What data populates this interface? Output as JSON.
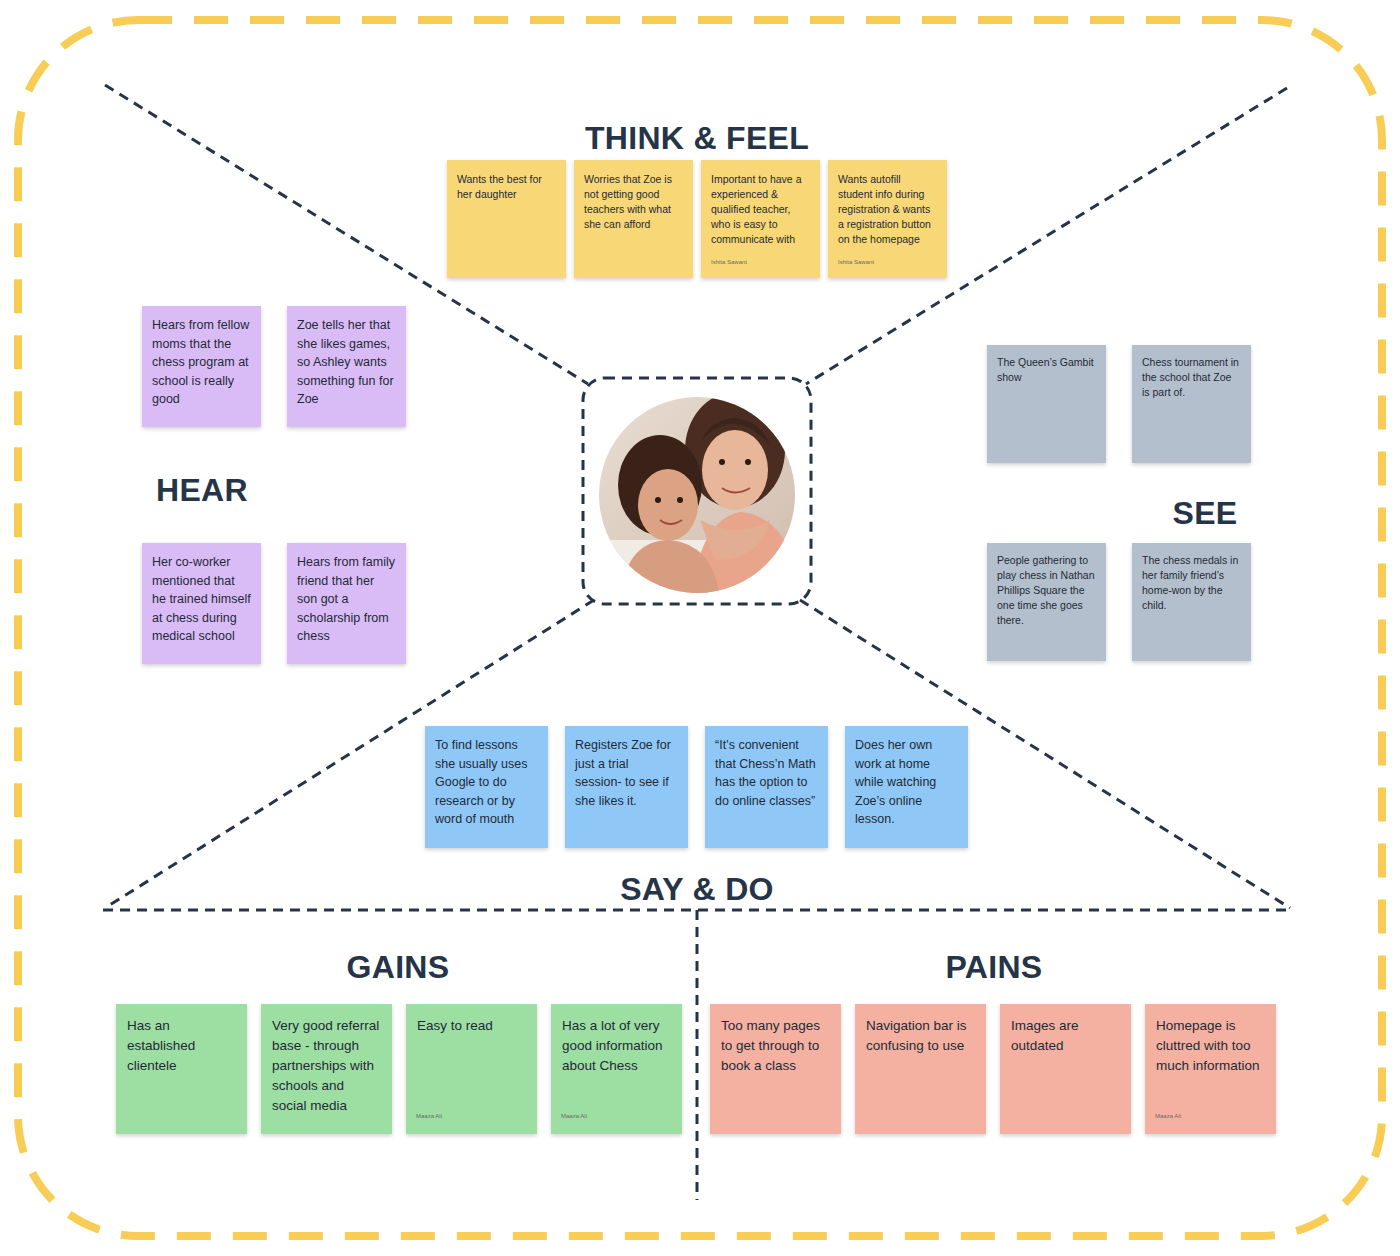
{
  "diagram": {
    "nodes": [
      {
        "text": [
          "Wants the best for her daughter"
        ]
      },
      {
        "text": [
          "Worries that Zoe is not getting good teachers with what she can afford"
        ]
      },
      {
        "text": [
          "Important to have a experienced & qualified teacher, who is easy to communicate with",
          "Ishita Sawant"
        ]
      },
      {
        "text": [
          "Wants autofill student info during registration & wants a registration button on the homepage",
          "Ishita Sawant"
        ]
      },
      {
        "text": [
          "Hears from fellow moms that the chess program at school is really good"
        ]
      },
      {
        "text": [
          "Zoe tells her that she likes games, so Ashley wants something fun for Zoe"
        ]
      },
      {
        "text": [
          "Her co-worker mentioned that he trained himself at chess during medical school"
        ]
      },
      {
        "text": [
          "Hears from family friend that her son got a scholarship from chess"
        ]
      },
      {
        "text": [
          "The Queen’s Gambit show"
        ]
      },
      {
        "text": [
          "Chess tournament in the school that Zoe is part of."
        ]
      },
      {
        "text": [
          "People gathering to play chess in Nathan Phillips Square the one time she goes there."
        ]
      },
      {
        "text": [
          "The chess medals in her family friend’s home-won by the child."
        ]
      },
      {
        "text": [
          "To find lessons she usually uses Google to do research or by word of mouth"
        ]
      },
      {
        "text": [
          "Registers Zoe for just a trial session- to see if she likes it."
        ]
      },
      {
        "text": [
          "“It’s convenient that Chess’n Math has the option to do online classes”"
        ]
      },
      {
        "text": [
          "Does her own work at home while watching Zoe’s online lesson."
        ]
      },
      {
        "text": [
          "Has an established clientele"
        ]
      },
      {
        "text": [
          "Very good referral base - through partnerships with schools and social media"
        ]
      },
      {
        "text": [
          "Easy to read",
          "Maaza Ali"
        ]
      },
      {
        "text": [
          "Has a lot of very good information about Chess",
          "Maaza Ali"
        ]
      },
      {
        "text": [
          "Too many pages to get through to book a class"
        ]
      },
      {
        "text": [
          "Navigation bar is confusing to use"
        ]
      },
      {
        "text": [
          "Images are outdated"
        ]
      },
      {
        "text": [
          "Homepage is cluttred with too much information",
          "Maaza Ali"
        ]
      }
    ],
    "labels": [
      "THINK & FEEL",
      "HEAR",
      "SEE",
      "SAY & DO",
      "GAINS",
      "PAINS"
    ]
  }
}
